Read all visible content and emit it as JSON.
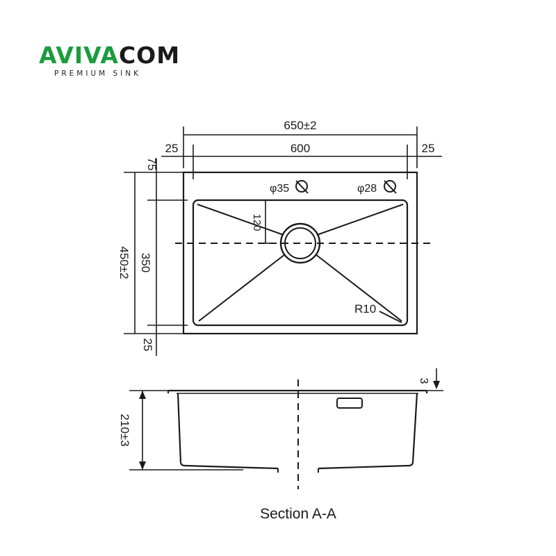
{
  "brand": {
    "name_part1": "AVIVA",
    "name_part2": "COM",
    "tagline": "PREMIUM SINK",
    "color_primary": "#1b9c3e",
    "color_secondary": "#1a1a1a"
  },
  "top_view": {
    "overall_width": "650±2",
    "inner_width": "600",
    "left_offset": "25",
    "right_offset": "25",
    "top_offset": "75",
    "overall_depth": "450±2",
    "inner_depth": "350",
    "bottom_offset": "25",
    "drain_offset": "120",
    "hole_1": "φ35",
    "hole_2": "φ28",
    "corner_radius": "R10"
  },
  "section_view": {
    "height": "210±3",
    "flange": "3",
    "caption": "Section A-A"
  }
}
